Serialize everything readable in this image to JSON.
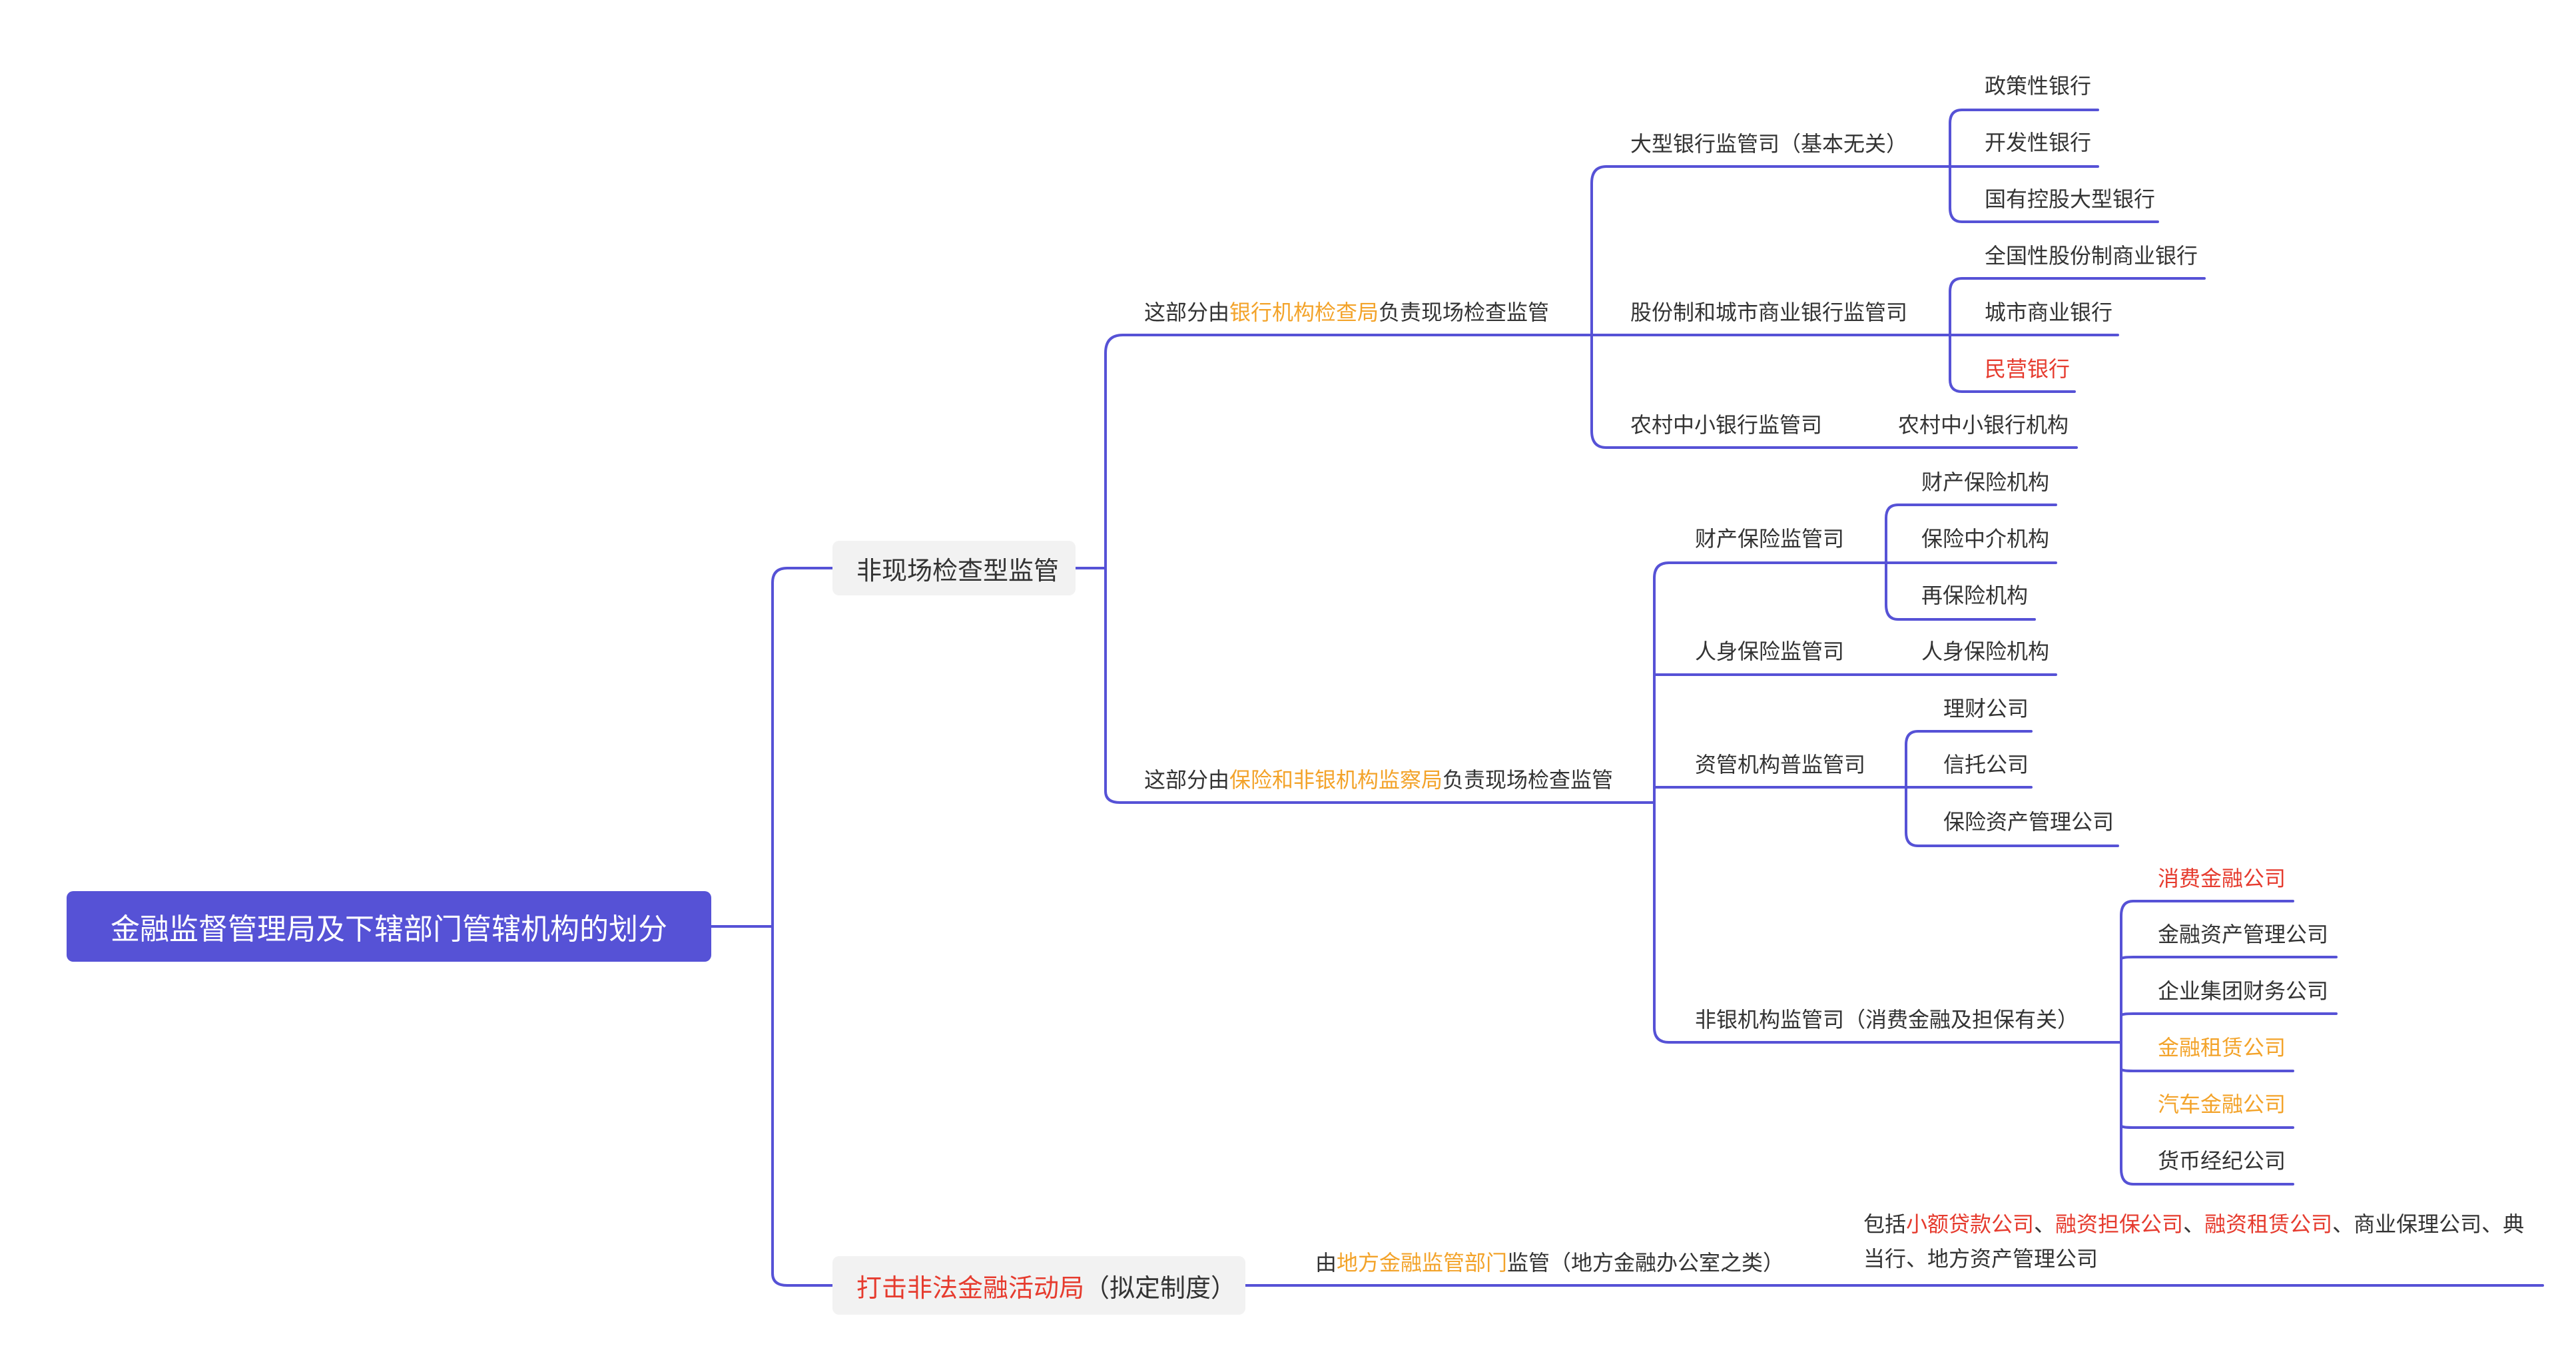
{
  "root": "金融监督管理局及下辖部门管辖机构的划分",
  "branch1": {
    "label": "非现场检查型监管",
    "bank_part": {
      "prefix": "这部分由",
      "highlight": "银行机构检查局",
      "suffix": "负责现场检查监管",
      "depts": [
        {
          "label": "大型银行监管司（基本无关）",
          "items": [
            "政策性银行",
            "开发性银行",
            "国有控股大型银行"
          ]
        },
        {
          "label": "股份制和城市商业银行监管司",
          "items": [
            "全国性股份制商业银行",
            "城市商业银行",
            "民营银行"
          ]
        },
        {
          "label": "农村中小银行监管司",
          "items": [
            "农村中小银行机构"
          ]
        }
      ]
    },
    "insurance_part": {
      "prefix": "这部分由",
      "highlight": "保险和非银机构监察局",
      "suffix": "负责现场检查监管",
      "depts": [
        {
          "label": "财产保险监管司",
          "items": [
            "财产保险机构",
            "保险中介机构",
            "再保险机构"
          ]
        },
        {
          "label": "人身保险监管司",
          "items": [
            "人身保险机构"
          ]
        },
        {
          "label": "资管机构普监管司",
          "items": [
            "理财公司",
            "信托公司",
            "保险资产管理公司"
          ]
        },
        {
          "label": "非银机构监管司（消费金融及担保有关）",
          "items": [
            "消费金融公司",
            "金融资产管理公司",
            "企业集团财务公司",
            "金融租赁公司",
            "汽车金融公司",
            "货币经纪公司"
          ]
        }
      ]
    }
  },
  "branch2": {
    "label_red": "打击非法金融活动局",
    "label_rest": "（拟定制度）",
    "sub": {
      "prefix": "由",
      "highlight": "地方金融监管部门",
      "suffix": "监管（地方金融办公室之类）"
    },
    "leaf": {
      "prefix": "包括",
      "red1": "小额贷款公司",
      "sep1": "、",
      "red2": "融资担保公司",
      "sep2": "、",
      "red3": "融资租赁公司",
      "rest": "、商业保理公司、典当行、地方资产管理公司"
    }
  },
  "colors": {
    "line": "#5652d6",
    "root_bg": "#5652d6",
    "node_bg": "#f2f2f2",
    "orange": "#f3a32a",
    "red": "#e63b2e"
  }
}
